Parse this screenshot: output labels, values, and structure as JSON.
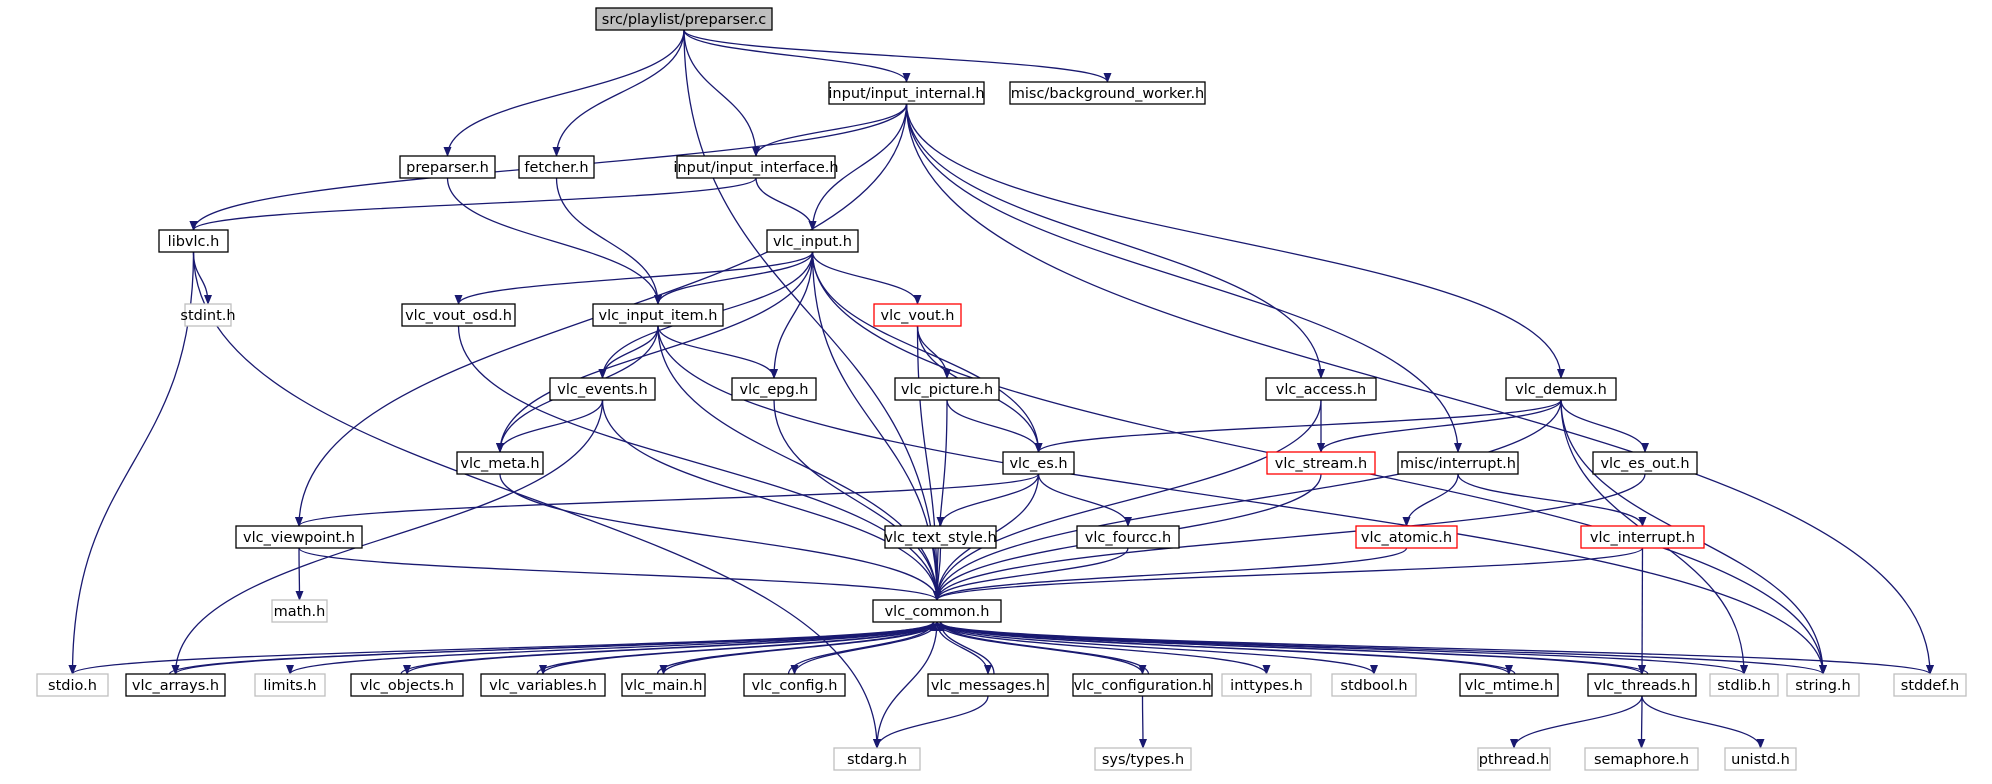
{
  "colors": {
    "edge": "#191970",
    "node_border_default": "#000000",
    "node_border_missing": "#bfbfbf",
    "node_border_truncated": "#ff0000",
    "root_fill": "#bfbfbf",
    "node_fill": "#ffffff"
  },
  "nodes": [
    {
      "id": "root",
      "label": "src/playlist/preparser.c",
      "kind": "root"
    },
    {
      "id": "input_internal",
      "label": "input/input_internal.h",
      "kind": "normal"
    },
    {
      "id": "background_worker",
      "label": "misc/background_worker.h",
      "kind": "normal"
    },
    {
      "id": "preparser_h",
      "label": "preparser.h",
      "kind": "normal"
    },
    {
      "id": "fetcher_h",
      "label": "fetcher.h",
      "kind": "normal"
    },
    {
      "id": "input_interface",
      "label": "input/input_interface.h",
      "kind": "normal"
    },
    {
      "id": "libvlc",
      "label": "libvlc.h",
      "kind": "normal"
    },
    {
      "id": "vlc_input",
      "label": "vlc_input.h",
      "kind": "normal"
    },
    {
      "id": "stdint",
      "label": "stdint.h",
      "kind": "missing"
    },
    {
      "id": "vlc_vout_osd",
      "label": "vlc_vout_osd.h",
      "kind": "normal"
    },
    {
      "id": "vlc_input_item",
      "label": "vlc_input_item.h",
      "kind": "normal"
    },
    {
      "id": "vlc_vout",
      "label": "vlc_vout.h",
      "kind": "truncated"
    },
    {
      "id": "vlc_events",
      "label": "vlc_events.h",
      "kind": "normal"
    },
    {
      "id": "vlc_epg",
      "label": "vlc_epg.h",
      "kind": "normal"
    },
    {
      "id": "vlc_picture",
      "label": "vlc_picture.h",
      "kind": "normal"
    },
    {
      "id": "vlc_access",
      "label": "vlc_access.h",
      "kind": "normal"
    },
    {
      "id": "vlc_demux",
      "label": "vlc_demux.h",
      "kind": "normal"
    },
    {
      "id": "vlc_meta",
      "label": "vlc_meta.h",
      "kind": "normal"
    },
    {
      "id": "vlc_es",
      "label": "vlc_es.h",
      "kind": "normal"
    },
    {
      "id": "vlc_stream",
      "label": "vlc_stream.h",
      "kind": "truncated"
    },
    {
      "id": "misc_interrupt",
      "label": "misc/interrupt.h",
      "kind": "normal"
    },
    {
      "id": "vlc_es_out",
      "label": "vlc_es_out.h",
      "kind": "normal"
    },
    {
      "id": "vlc_viewpoint",
      "label": "vlc_viewpoint.h",
      "kind": "normal"
    },
    {
      "id": "vlc_text_style",
      "label": "vlc_text_style.h",
      "kind": "normal"
    },
    {
      "id": "vlc_fourcc",
      "label": "vlc_fourcc.h",
      "kind": "normal"
    },
    {
      "id": "vlc_atomic",
      "label": "vlc_atomic.h",
      "kind": "truncated"
    },
    {
      "id": "vlc_interrupt",
      "label": "vlc_interrupt.h",
      "kind": "truncated"
    },
    {
      "id": "math_h",
      "label": "math.h",
      "kind": "missing"
    },
    {
      "id": "vlc_common",
      "label": "vlc_common.h",
      "kind": "normal"
    },
    {
      "id": "stdio",
      "label": "stdio.h",
      "kind": "missing"
    },
    {
      "id": "vlc_arrays",
      "label": "vlc_arrays.h",
      "kind": "normal"
    },
    {
      "id": "limits",
      "label": "limits.h",
      "kind": "missing"
    },
    {
      "id": "vlc_objects",
      "label": "vlc_objects.h",
      "kind": "normal"
    },
    {
      "id": "vlc_variables",
      "label": "vlc_variables.h",
      "kind": "normal"
    },
    {
      "id": "vlc_main",
      "label": "vlc_main.h",
      "kind": "normal"
    },
    {
      "id": "vlc_config",
      "label": "vlc_config.h",
      "kind": "normal"
    },
    {
      "id": "vlc_messages",
      "label": "vlc_messages.h",
      "kind": "normal"
    },
    {
      "id": "vlc_configuration",
      "label": "vlc_configuration.h",
      "kind": "normal"
    },
    {
      "id": "inttypes",
      "label": "inttypes.h",
      "kind": "missing"
    },
    {
      "id": "stdbool",
      "label": "stdbool.h",
      "kind": "missing"
    },
    {
      "id": "vlc_mtime",
      "label": "vlc_mtime.h",
      "kind": "normal"
    },
    {
      "id": "vlc_threads",
      "label": "vlc_threads.h",
      "kind": "normal"
    },
    {
      "id": "stdlib",
      "label": "stdlib.h",
      "kind": "missing"
    },
    {
      "id": "string_h",
      "label": "string.h",
      "kind": "missing"
    },
    {
      "id": "stddef",
      "label": "stddef.h",
      "kind": "missing"
    },
    {
      "id": "stdarg",
      "label": "stdarg.h",
      "kind": "missing"
    },
    {
      "id": "sys_types",
      "label": "sys/types.h",
      "kind": "missing"
    },
    {
      "id": "pthread",
      "label": "pthread.h",
      "kind": "missing"
    },
    {
      "id": "semaphore",
      "label": "semaphore.h",
      "kind": "missing"
    },
    {
      "id": "unistd",
      "label": "unistd.h",
      "kind": "missing"
    }
  ],
  "edges": [
    [
      "root",
      "input_internal"
    ],
    [
      "root",
      "background_worker"
    ],
    [
      "root",
      "preparser_h"
    ],
    [
      "root",
      "fetcher_h"
    ],
    [
      "root",
      "input_interface"
    ],
    [
      "root",
      "vlc_common"
    ],
    [
      "input_internal",
      "libvlc"
    ],
    [
      "input_internal",
      "input_interface"
    ],
    [
      "input_internal",
      "vlc_input"
    ],
    [
      "input_internal",
      "vlc_viewpoint"
    ],
    [
      "input_internal",
      "vlc_access"
    ],
    [
      "input_internal",
      "misc_interrupt"
    ],
    [
      "input_internal",
      "vlc_demux"
    ],
    [
      "input_internal",
      "stddef"
    ],
    [
      "preparser_h",
      "vlc_input_item"
    ],
    [
      "fetcher_h",
      "vlc_input_item"
    ],
    [
      "input_interface",
      "libvlc"
    ],
    [
      "input_interface",
      "vlc_input"
    ],
    [
      "libvlc",
      "stdint"
    ],
    [
      "libvlc",
      "stdio"
    ],
    [
      "libvlc",
      "stdarg"
    ],
    [
      "vlc_input",
      "vlc_vout_osd"
    ],
    [
      "vlc_input",
      "vlc_input_item"
    ],
    [
      "vlc_input",
      "vlc_vout"
    ],
    [
      "vlc_input",
      "vlc_events"
    ],
    [
      "vlc_input",
      "vlc_epg"
    ],
    [
      "vlc_input",
      "vlc_meta"
    ],
    [
      "vlc_input",
      "vlc_es"
    ],
    [
      "vlc_input",
      "vlc_common"
    ],
    [
      "vlc_input",
      "string_h"
    ],
    [
      "vlc_vout_osd",
      "vlc_common"
    ],
    [
      "vlc_input_item",
      "vlc_events"
    ],
    [
      "vlc_input_item",
      "vlc_epg"
    ],
    [
      "vlc_input_item",
      "vlc_meta"
    ],
    [
      "vlc_input_item",
      "vlc_common"
    ],
    [
      "vlc_input_item",
      "string_h"
    ],
    [
      "vlc_vout",
      "vlc_picture"
    ],
    [
      "vlc_vout",
      "vlc_es"
    ],
    [
      "vlc_vout",
      "vlc_common"
    ],
    [
      "vlc_events",
      "vlc_meta"
    ],
    [
      "vlc_events",
      "vlc_arrays"
    ],
    [
      "vlc_events",
      "vlc_common"
    ],
    [
      "vlc_epg",
      "vlc_common"
    ],
    [
      "vlc_picture",
      "vlc_es"
    ],
    [
      "vlc_picture",
      "vlc_common"
    ],
    [
      "vlc_access",
      "vlc_stream"
    ],
    [
      "vlc_access",
      "vlc_common"
    ],
    [
      "vlc_demux",
      "vlc_es"
    ],
    [
      "vlc_demux",
      "vlc_stream"
    ],
    [
      "vlc_demux",
      "vlc_es_out"
    ],
    [
      "vlc_demux",
      "vlc_common"
    ],
    [
      "vlc_demux",
      "stdlib"
    ],
    [
      "vlc_demux",
      "string_h"
    ],
    [
      "vlc_meta",
      "vlc_common"
    ],
    [
      "vlc_es",
      "vlc_viewpoint"
    ],
    [
      "vlc_es",
      "vlc_text_style"
    ],
    [
      "vlc_es",
      "vlc_fourcc"
    ],
    [
      "vlc_es",
      "vlc_common"
    ],
    [
      "vlc_stream",
      "vlc_common"
    ],
    [
      "misc_interrupt",
      "vlc_atomic"
    ],
    [
      "misc_interrupt",
      "vlc_interrupt"
    ],
    [
      "vlc_es_out",
      "vlc_common"
    ],
    [
      "vlc_viewpoint",
      "math_h"
    ],
    [
      "vlc_viewpoint",
      "vlc_common"
    ],
    [
      "vlc_text_style",
      "vlc_common"
    ],
    [
      "vlc_fourcc",
      "vlc_common"
    ],
    [
      "vlc_atomic",
      "vlc_common"
    ],
    [
      "vlc_interrupt",
      "vlc_common"
    ],
    [
      "vlc_interrupt",
      "vlc_threads"
    ],
    [
      "vlc_common",
      "stdio"
    ],
    [
      "vlc_common",
      "vlc_arrays"
    ],
    [
      "vlc_common",
      "limits"
    ],
    [
      "vlc_common",
      "vlc_objects"
    ],
    [
      "vlc_common",
      "vlc_variables"
    ],
    [
      "vlc_common",
      "vlc_main"
    ],
    [
      "vlc_common",
      "vlc_config"
    ],
    [
      "vlc_common",
      "vlc_messages"
    ],
    [
      "vlc_common",
      "vlc_configuration"
    ],
    [
      "vlc_common",
      "inttypes"
    ],
    [
      "vlc_common",
      "stdbool"
    ],
    [
      "vlc_common",
      "vlc_mtime"
    ],
    [
      "vlc_common",
      "vlc_threads"
    ],
    [
      "vlc_common",
      "stdlib"
    ],
    [
      "vlc_common",
      "string_h"
    ],
    [
      "vlc_common",
      "stddef"
    ],
    [
      "vlc_common",
      "stdarg"
    ],
    [
      "vlc_arrays",
      "vlc_common"
    ],
    [
      "vlc_objects",
      "vlc_common"
    ],
    [
      "vlc_variables",
      "vlc_common"
    ],
    [
      "vlc_main",
      "vlc_common"
    ],
    [
      "vlc_config",
      "vlc_common"
    ],
    [
      "vlc_messages",
      "vlc_common"
    ],
    [
      "vlc_configuration",
      "vlc_common"
    ],
    [
      "vlc_mtime",
      "vlc_common"
    ],
    [
      "vlc_threads",
      "vlc_common"
    ],
    [
      "vlc_messages",
      "stdarg"
    ],
    [
      "vlc_configuration",
      "sys_types"
    ],
    [
      "vlc_threads",
      "pthread"
    ],
    [
      "vlc_threads",
      "semaphore"
    ],
    [
      "vlc_threads",
      "unistd"
    ]
  ]
}
